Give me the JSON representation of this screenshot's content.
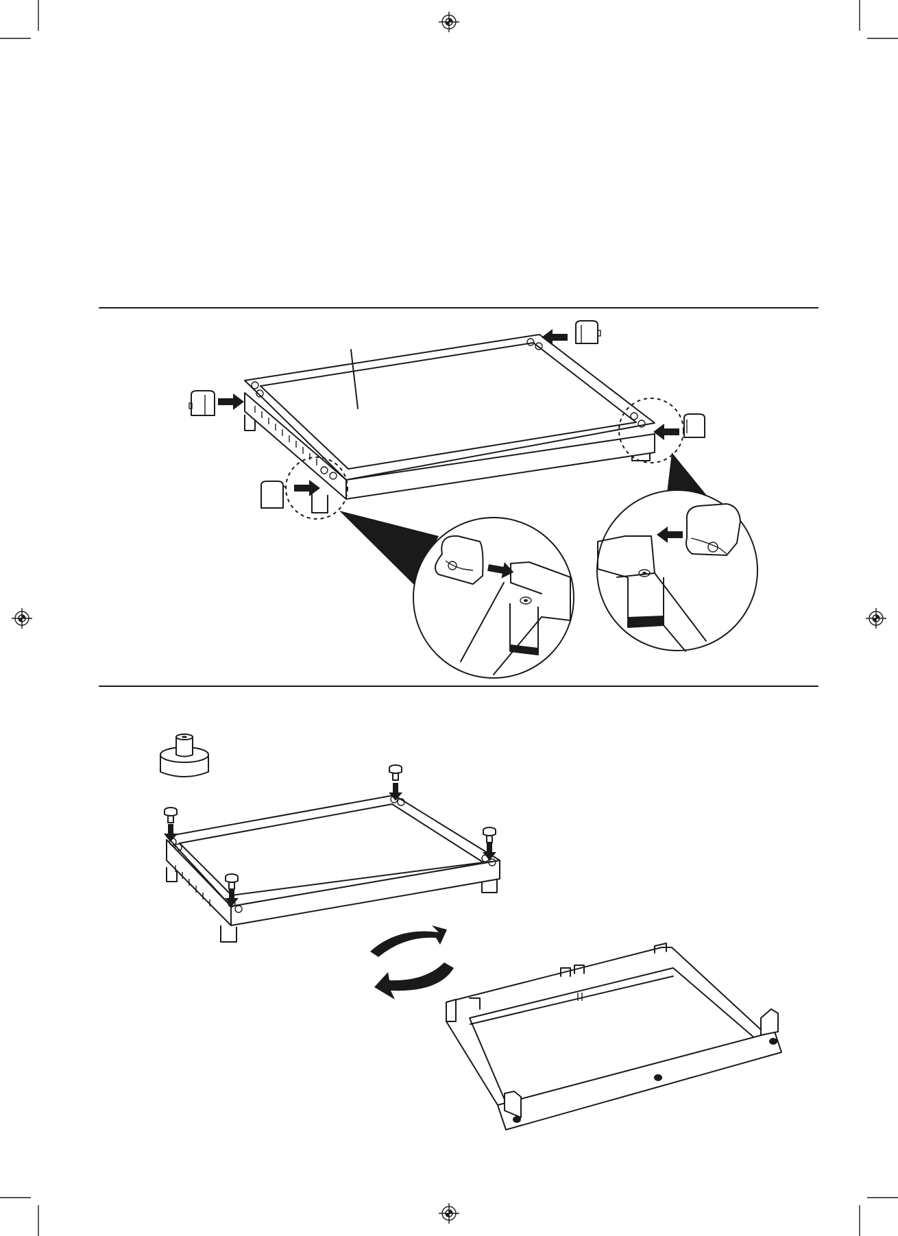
{
  "page": {
    "background": "#ffffff",
    "ink_color": "#1a1a1a"
  },
  "icons": [
    "registration-mark-icon",
    "crop-mark-icon",
    "push-arrow-icon",
    "rotate-arrows-icon"
  ],
  "steps": [
    {
      "id": "attach-corner-caps",
      "caps_count": 4,
      "detail_callouts": 2
    },
    {
      "id": "insert-pegs-and-flip",
      "pegs_count": 4
    }
  ]
}
